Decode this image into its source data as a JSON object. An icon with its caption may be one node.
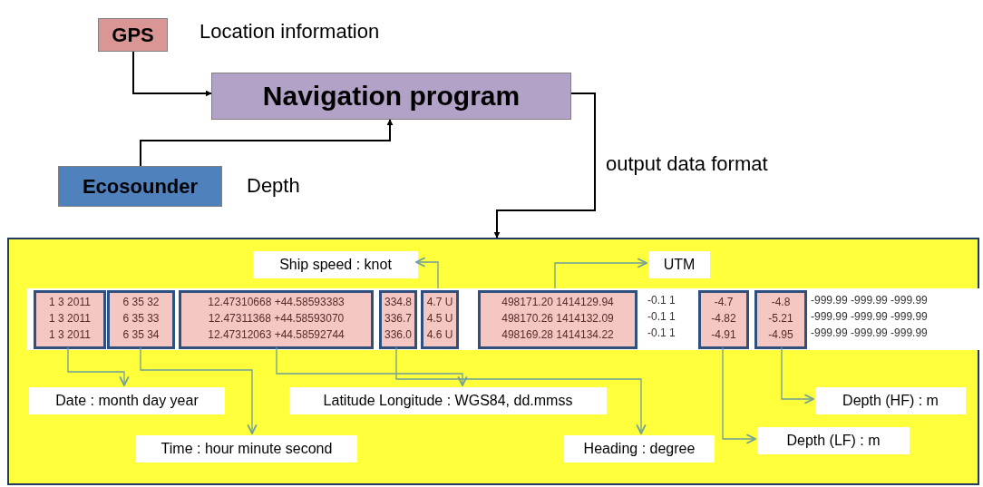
{
  "diagram": {
    "nodes": [
      {
        "text": [
          "GPS"
        ],
        "beside": [
          "Location information"
        ]
      },
      {
        "text": [
          "Navigation program"
        ]
      },
      {
        "text": [
          "Ecosounder"
        ],
        "beside": [
          "Depth"
        ]
      },
      {
        "text": [],
        "shape": "box"
      },
      {
        "text": [
          "-0.1 1",
          "-0.1 1",
          "-0.1 1",
          "-999.99 -999.99 -999.99",
          "-999.99 -999.99 -999.99",
          "-999.99 -999.99 -999.99"
        ],
        "in": 3
      },
      {
        "text": [
          "1 3 2011",
          "1 3 2011",
          "1 3 2011"
        ],
        "in": 4
      },
      {
        "text": [
          "6 35 32",
          "6 35 33",
          "6 35 34"
        ],
        "in": 4
      },
      {
        "text": [
          "12.47310668 +44.58593383",
          "12.47311368 +44.58593070",
          "12.47312063 +44.58592744"
        ],
        "in": 4
      },
      {
        "text": [
          "334.8",
          "336.7",
          "336.0"
        ],
        "in": 4
      },
      {
        "text": [
          "4.7 U",
          "4.5 U",
          "4.6 U"
        ],
        "in": 4
      },
      {
        "text": [
          "498171.20 1414129.94",
          "498170.26 1414132.09",
          "498169.28 1414134.22"
        ],
        "in": 4
      },
      {
        "text": [
          "-4.7",
          "-4.82",
          "-4.91"
        ],
        "in": 4
      },
      {
        "text": [
          "-4.8",
          "-5.21",
          "-4.95"
        ],
        "in": 4
      },
      {
        "text": [
          "Ship speed : knot"
        ],
        "in": 3
      },
      {
        "text": [
          "UTM"
        ],
        "in": 3
      },
      {
        "text": [
          "Date : month day year"
        ],
        "in": 3
      },
      {
        "text": [
          "Time : hour minute second"
        ],
        "in": 3
      },
      {
        "text": [
          "Latitude Longitude : WGS84, dd.mmss"
        ],
        "in": 3
      },
      {
        "text": [
          "Heading : degree"
        ],
        "in": 3
      },
      {
        "text": [
          "Depth (HF) : m"
        ],
        "in": 3
      },
      {
        "text": [
          "Depth (LF) : m"
        ],
        "in": 3
      }
    ],
    "edges": [
      {
        "from": 0,
        "to": 1,
        "arrow": "to",
        "color": "#000000"
      },
      {
        "from": 2,
        "to": 1,
        "arrow": "to",
        "color": "#000000"
      },
      {
        "from": 1,
        "to": 3,
        "arrow": "to",
        "label": "output data format",
        "color": "#000000"
      },
      {
        "from": 9,
        "to": 13,
        "arrow": "to"
      },
      {
        "from": 10,
        "to": 14,
        "arrow": "to"
      },
      {
        "from": 5,
        "to": 15,
        "arrow": "to"
      },
      {
        "from": 6,
        "to": 16,
        "arrow": "to"
      },
      {
        "from": 7,
        "to": 17,
        "arrow": "to"
      },
      {
        "from": 8,
        "to": 18,
        "arrow": "to"
      },
      {
        "from": 12,
        "to": 19,
        "arrow": "to"
      },
      {
        "from": 11,
        "to": 20,
        "arrow": "to"
      }
    ]
  }
}
